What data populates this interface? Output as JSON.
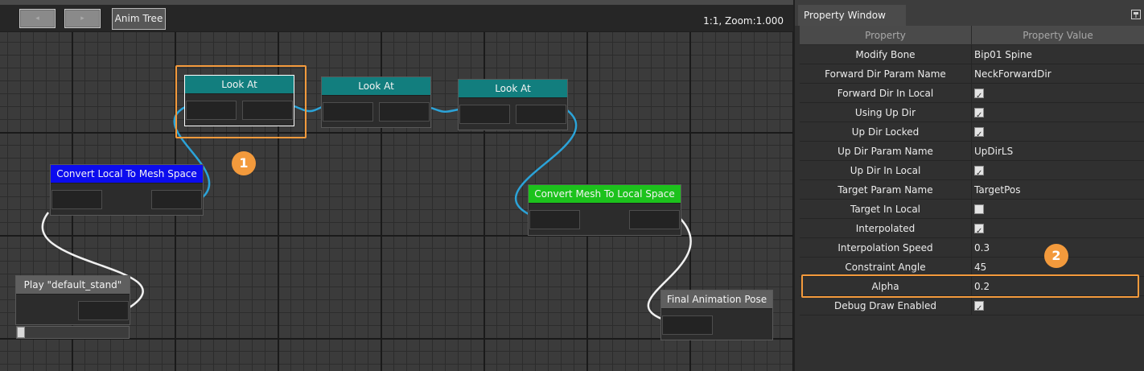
{
  "toolbar": {
    "btn1_label": "◂",
    "btn2_label": "▸",
    "tab_label": "Anim Tree",
    "zoom_text": "1:1, Zoom:1.000"
  },
  "nodes": {
    "look_at_1": {
      "title": "Look At",
      "color": "#127e7e"
    },
    "look_at_2": {
      "title": "Look At",
      "color": "#127e7e"
    },
    "look_at_3": {
      "title": "Look At",
      "color": "#127e7e"
    },
    "convert_local_to_mesh": {
      "title": "Convert Local To Mesh Space",
      "color": "#0c0cee"
    },
    "convert_mesh_to_local": {
      "title": "Convert Mesh To Local Space",
      "color": "#1cc21c"
    },
    "play_default_stand": {
      "title": "Play \"default_stand\"",
      "color": "#5f5f5f",
      "progress": 0.0
    },
    "final_animation_pose": {
      "title": "Final Animation Pose",
      "color": "#5f5f5f"
    }
  },
  "callouts": {
    "one": "1",
    "two": "2"
  },
  "highlight_color": "#f39a3c",
  "property_window": {
    "title": "Property Window",
    "columns": {
      "property": "Property",
      "value": "Property Value"
    },
    "rows": [
      {
        "name": "Modify Bone",
        "value": "Bip01 Spine"
      },
      {
        "name": "Forward Dir Param Name",
        "value": "NeckForwardDir"
      },
      {
        "name": "Forward Dir In Local",
        "checked": true
      },
      {
        "name": "Using Up Dir",
        "checked": true
      },
      {
        "name": "Up Dir Locked",
        "checked": true
      },
      {
        "name": "Up Dir Param Name",
        "value": "UpDirLS"
      },
      {
        "name": "Up Dir In Local",
        "checked": true
      },
      {
        "name": "Target Param Name",
        "value": "TargetPos"
      },
      {
        "name": "Target In Local",
        "checked": false
      },
      {
        "name": "Interpolated",
        "checked": true
      },
      {
        "name": "Interpolation Speed",
        "value": "0.3"
      },
      {
        "name": "Constraint Angle",
        "value": "45"
      },
      {
        "name": "Alpha",
        "value": "0.2"
      },
      {
        "name": "Debug Draw Enabled",
        "checked": true
      }
    ]
  }
}
